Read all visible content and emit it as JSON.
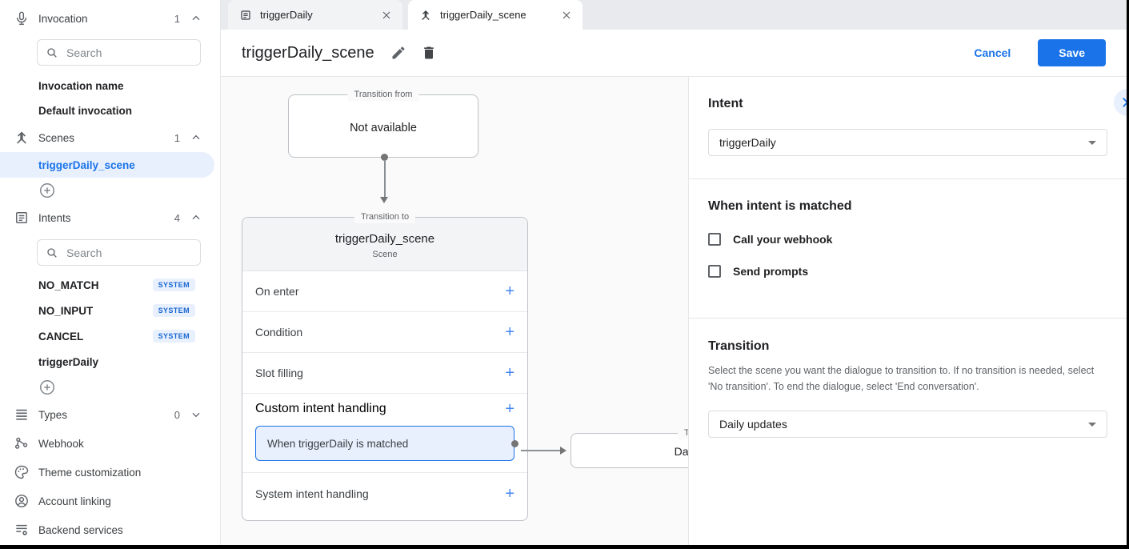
{
  "icons": {
    "plus": "+"
  },
  "tabs": [
    {
      "label": "triggerDaily"
    },
    {
      "label": "triggerDaily_scene"
    }
  ],
  "header": {
    "title": "triggerDaily_scene",
    "cancel_label": "Cancel",
    "save_label": "Save"
  },
  "sidebar": {
    "invocation": {
      "label": "Invocation",
      "count": "1",
      "search_placeholder": "Search",
      "items": [
        "Invocation name",
        "Default invocation"
      ]
    },
    "scenes": {
      "label": "Scenes",
      "count": "1",
      "selected_item": "triggerDaily_scene"
    },
    "intents": {
      "label": "Intents",
      "count": "4",
      "search_placeholder": "Search",
      "items": [
        {
          "label": "NO_MATCH",
          "badge": "SYSTEM"
        },
        {
          "label": "NO_INPUT",
          "badge": "SYSTEM"
        },
        {
          "label": "CANCEL",
          "badge": "SYSTEM"
        },
        {
          "label": "triggerDaily",
          "badge": ""
        }
      ]
    },
    "types": {
      "label": "Types",
      "count": "0"
    },
    "links": [
      "Webhook",
      "Theme customization",
      "Account linking",
      "Backend services"
    ]
  },
  "canvas": {
    "transition_from": {
      "legend": "Transition from",
      "content": "Not available"
    },
    "scene_node": {
      "legend": "Transition to",
      "title": "triggerDaily_scene",
      "subtitle": "Scene",
      "rows": [
        "On enter",
        "Condition",
        "Slot filling",
        "Custom intent handling"
      ],
      "highlighted_item": "When triggerDaily is matched",
      "last_row": "System intent handling"
    },
    "target_node": {
      "legend": "Transition to",
      "content": "Daily updates"
    }
  },
  "panel": {
    "intent": {
      "heading": "Intent",
      "value": "triggerDaily"
    },
    "matched": {
      "heading": "When intent is matched",
      "checkboxes": [
        "Call your webhook",
        "Send prompts"
      ]
    },
    "transition": {
      "heading": "Transition",
      "description": "Select the scene you want the dialogue to transition to. If no transition is needed, select 'No transition'. To end the dialogue, select 'End conversation'.",
      "value": "Daily updates"
    }
  },
  "colors": {
    "accent": "#1a73e8",
    "highlight_bg": "#e8f0fe"
  }
}
